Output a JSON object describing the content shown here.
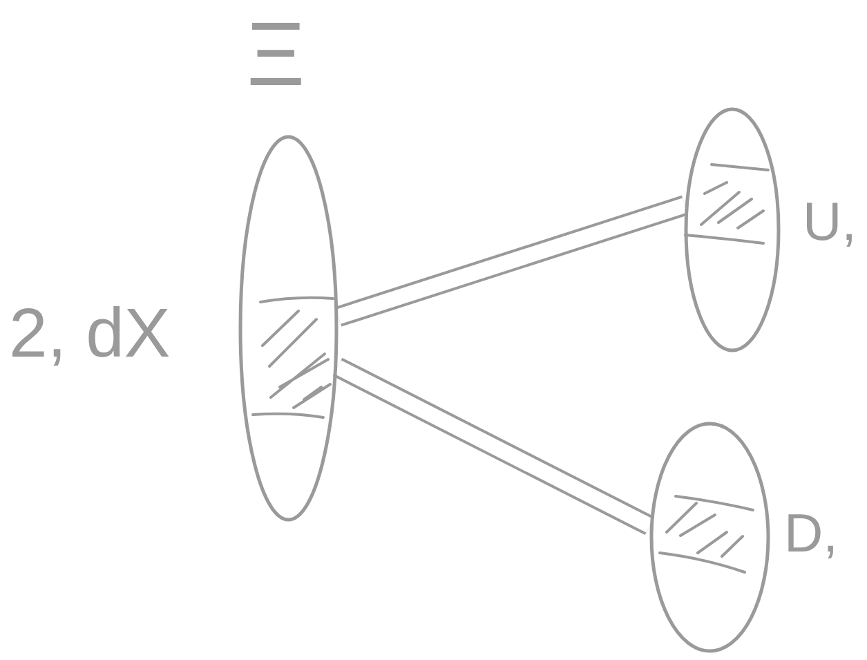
{
  "diagram": {
    "nodes": [
      {
        "text": [
          "Ξ",
          "2, dX"
        ]
      },
      {
        "text": [
          "U,"
        ]
      },
      {
        "text": [
          "D,"
        ]
      }
    ],
    "edges": [
      {
        "from": 0,
        "to": 1,
        "arrow": "none"
      },
      {
        "from": 0,
        "to": 2,
        "arrow": "none"
      }
    ]
  }
}
